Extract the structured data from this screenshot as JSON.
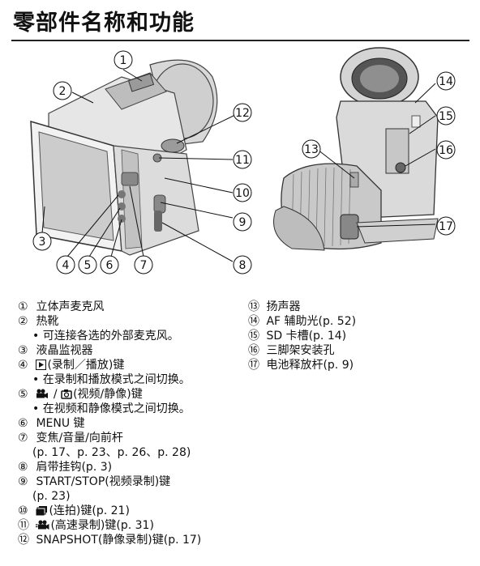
{
  "page": {
    "title": "零部件名称和功能"
  },
  "callouts": [
    "1",
    "2",
    "3",
    "4",
    "5",
    "6",
    "7",
    "8",
    "9",
    "10",
    "11",
    "12",
    "13",
    "14",
    "15",
    "16",
    "17"
  ],
  "left_items": [
    {
      "num": "①",
      "text": "立体声麦克风"
    },
    {
      "num": "②",
      "text": "热靴",
      "note": "可连接各选的外部麦克风。"
    },
    {
      "num": "③",
      "text": "液晶监视器"
    },
    {
      "num": "④",
      "icon": "play-icon",
      "text": "(录制／播放)键",
      "note": "在录制和播放模式之间切换。"
    },
    {
      "num": "⑤",
      "icon": "video-camera-icon",
      "sep": " / ",
      "icon2": "still-camera-icon",
      "text": "(视频/静像)键",
      "note": "在视频和静像模式之间切换。"
    },
    {
      "num": "⑥",
      "text": "MENU 键"
    },
    {
      "num": "⑦",
      "text": "变焦/音量/向前杆",
      "cont": "(p. 17、p. 23、p. 26、p. 28)"
    },
    {
      "num": "⑧",
      "text": "肩带挂钩(p. 3)"
    },
    {
      "num": "⑨",
      "text": "START/STOP(视频录制)键",
      "cont": "(p. 23)"
    },
    {
      "num": "⑩",
      "icon": "burst-icon",
      "text": "(连拍)键(p. 21)"
    },
    {
      "num": "⑪",
      "icon": "high-speed-icon",
      "text": "(高速录制)键(p. 31)"
    },
    {
      "num": "⑫",
      "text": "SNAPSHOT(静像录制)键(p. 17)"
    }
  ],
  "right_items": [
    {
      "num": "⑬",
      "text": "扬声器"
    },
    {
      "num": "⑭",
      "text": "AF 辅助光(p. 52)"
    },
    {
      "num": "⑮",
      "text": "SD 卡槽(p. 14)"
    },
    {
      "num": "⑯",
      "text": "三脚架安装孔"
    },
    {
      "num": "⑰",
      "text": "电池释放杆(p. 9)"
    }
  ]
}
